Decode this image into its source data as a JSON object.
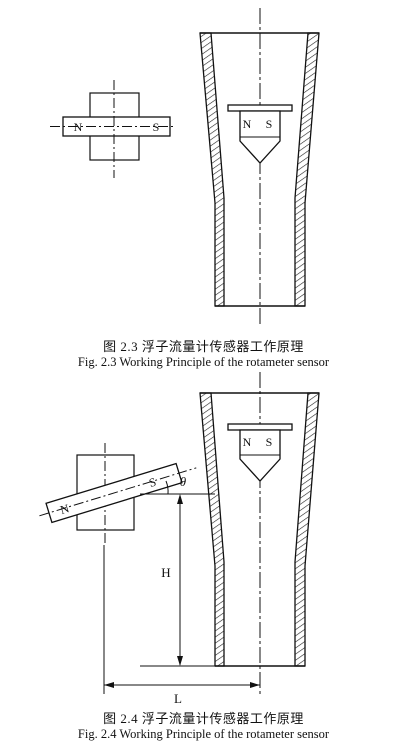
{
  "figure1": {
    "caption_zh": "图 2.3  浮子流量计传感器工作原理",
    "caption_en": "Fig. 2.3 Working Principle of the rotameter sensor",
    "external_magnet": {
      "north": "N",
      "south": "S"
    },
    "float_magnet": {
      "north": "N",
      "south": "S"
    }
  },
  "figure2": {
    "caption_zh": "图 2.4  浮子流量计传感器工作原理",
    "caption_en": "Fig. 2.4 Working Principle of the rotameter sensor",
    "external_magnet": {
      "north": "N",
      "south": "S"
    },
    "float_magnet": {
      "north": "N",
      "south": "S"
    },
    "angle_label": "θ",
    "height_label": "H",
    "length_label": "L"
  }
}
